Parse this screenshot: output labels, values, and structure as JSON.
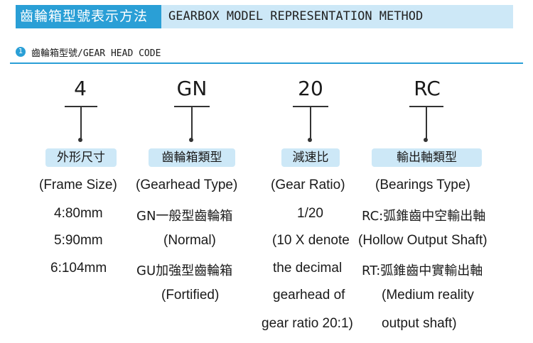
{
  "header": {
    "title_zh": "齒輪箱型號表示方法",
    "title_en": "GEARBOX MODEL REPRESENTATION METHOD"
  },
  "section": {
    "number": "1",
    "title": "齒輪箱型號/GEAR HEAD CODE"
  },
  "codes": [
    {
      "code": "4",
      "label": "外形尺寸",
      "lines": [
        "(Frame Size)",
        "4:80mm",
        "5:90mm",
        "6:104mm"
      ]
    },
    {
      "code": "GN",
      "label": "齒輪箱類型",
      "lines": [
        "(Gearhead Type)",
        "GN一般型齒輪箱",
        "(Normal)",
        "GU加強型齒輪箱",
        "(Fortified)"
      ]
    },
    {
      "code": "20",
      "label": "減速比",
      "lines": [
        "(Gear Ratio)",
        "1/20",
        "(10 X denote",
        "the decimal",
        "gearhead of",
        "gear ratio 20:1)"
      ]
    },
    {
      "code": "RC",
      "label": "輸出軸類型",
      "lines": [
        "(Bearings Type)",
        "RC:弧錐齒中空輸出軸",
        "(Hollow Output Shaft)",
        "RT:弧錐齒中實輸出軸",
        "(Medium reality",
        "output shaft)"
      ]
    }
  ],
  "colors": {
    "accent": "#2a9fd6",
    "band": "#cde8f7"
  }
}
